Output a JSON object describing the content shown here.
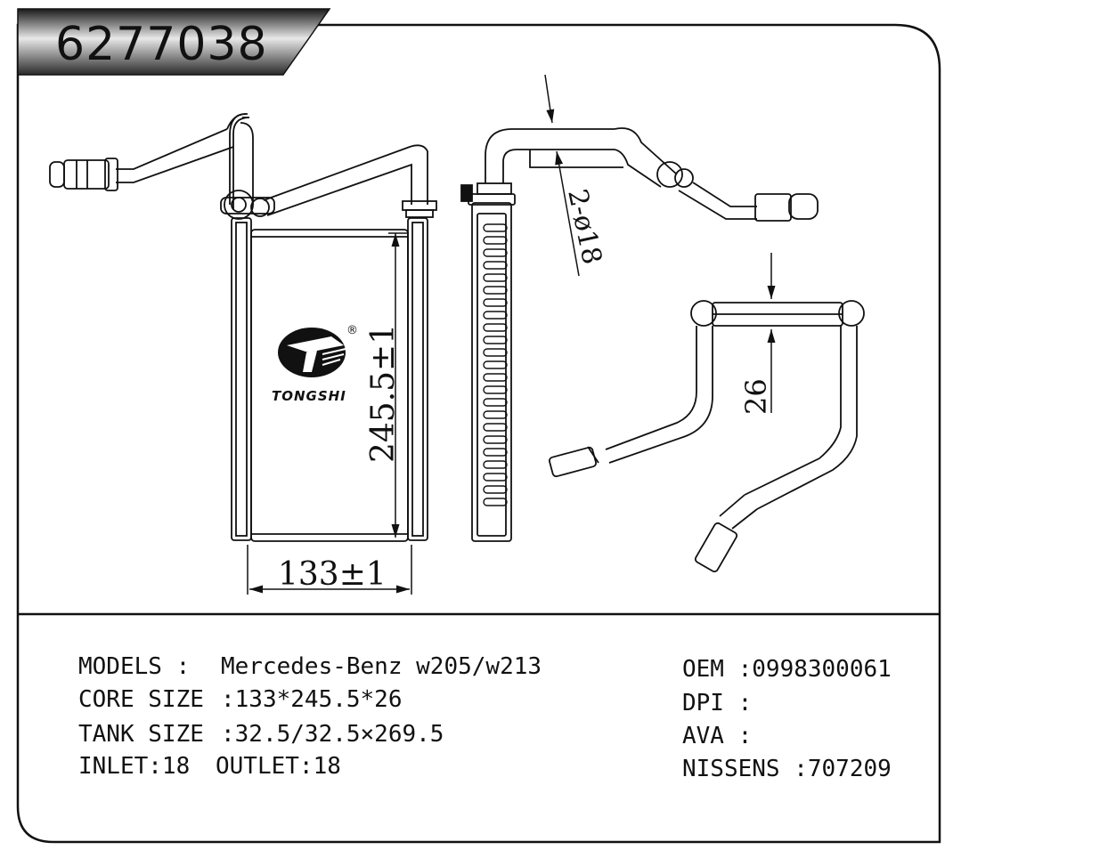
{
  "part_number": "6277038",
  "brand": {
    "name": "TONGSHI",
    "registered_mark": "®"
  },
  "dimensions": {
    "core_height": "245.5±1",
    "core_width": "133±1",
    "pipe_diameter": "2-ø18",
    "thickness": "26"
  },
  "specs": {
    "models": {
      "label": "MODELS :",
      "value": "Mercedes-Benz w205/w213"
    },
    "core_size": {
      "label": "CORE SIZE",
      "value": ":133*245.5*26"
    },
    "tank_size": {
      "label": "TANK SIZE",
      "value": ":32.5/32.5×269.5"
    },
    "inlet": "INLET:18",
    "outlet": "OUTLET:18"
  },
  "references": {
    "oem": "OEM :0998300061",
    "dpi": "DPI :",
    "ava": "AVA :",
    "nissens": "NISSENS :707209"
  }
}
